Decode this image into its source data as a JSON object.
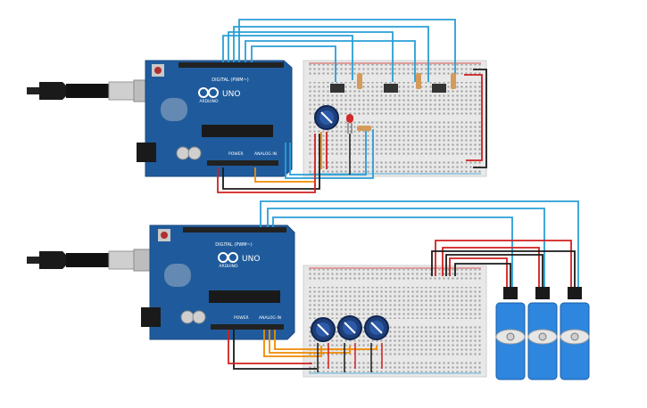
{
  "canvas": {
    "background": "#ffffff"
  },
  "colors": {
    "board": "#1f5b9c",
    "board_dark": "#174a82",
    "breadboard": "#e8e8e8",
    "wire_blue": "#2a9fd6",
    "wire_red": "#d11f1f",
    "wire_black": "#1a1a1a",
    "wire_orange": "#f08a00",
    "resistor": "#d49a5a",
    "led": "#d22a2a",
    "servo": "#2e86de"
  },
  "circuit_top": {
    "board": {
      "brand": "ARDUINO",
      "model": "UNO",
      "digital_label": "DIGITAL (PWM~)",
      "power_label": "POWER",
      "analog_label": "ANALOG IN"
    },
    "icons": {
      "usb": "usb-cable-icon",
      "potentiometer": "potentiometer-icon",
      "led": "led-icon",
      "button": "pushbutton-icon"
    }
  },
  "circuit_bottom": {
    "board": {
      "brand": "ARDUINO",
      "model": "UNO",
      "digital_label": "DIGITAL (PWM~)",
      "power_label": "POWER",
      "analog_label": "ANALOG IN"
    },
    "icons": {
      "usb": "usb-cable-icon",
      "potentiometer": "potentiometer-icon",
      "servo": "servo-motor-icon"
    }
  }
}
